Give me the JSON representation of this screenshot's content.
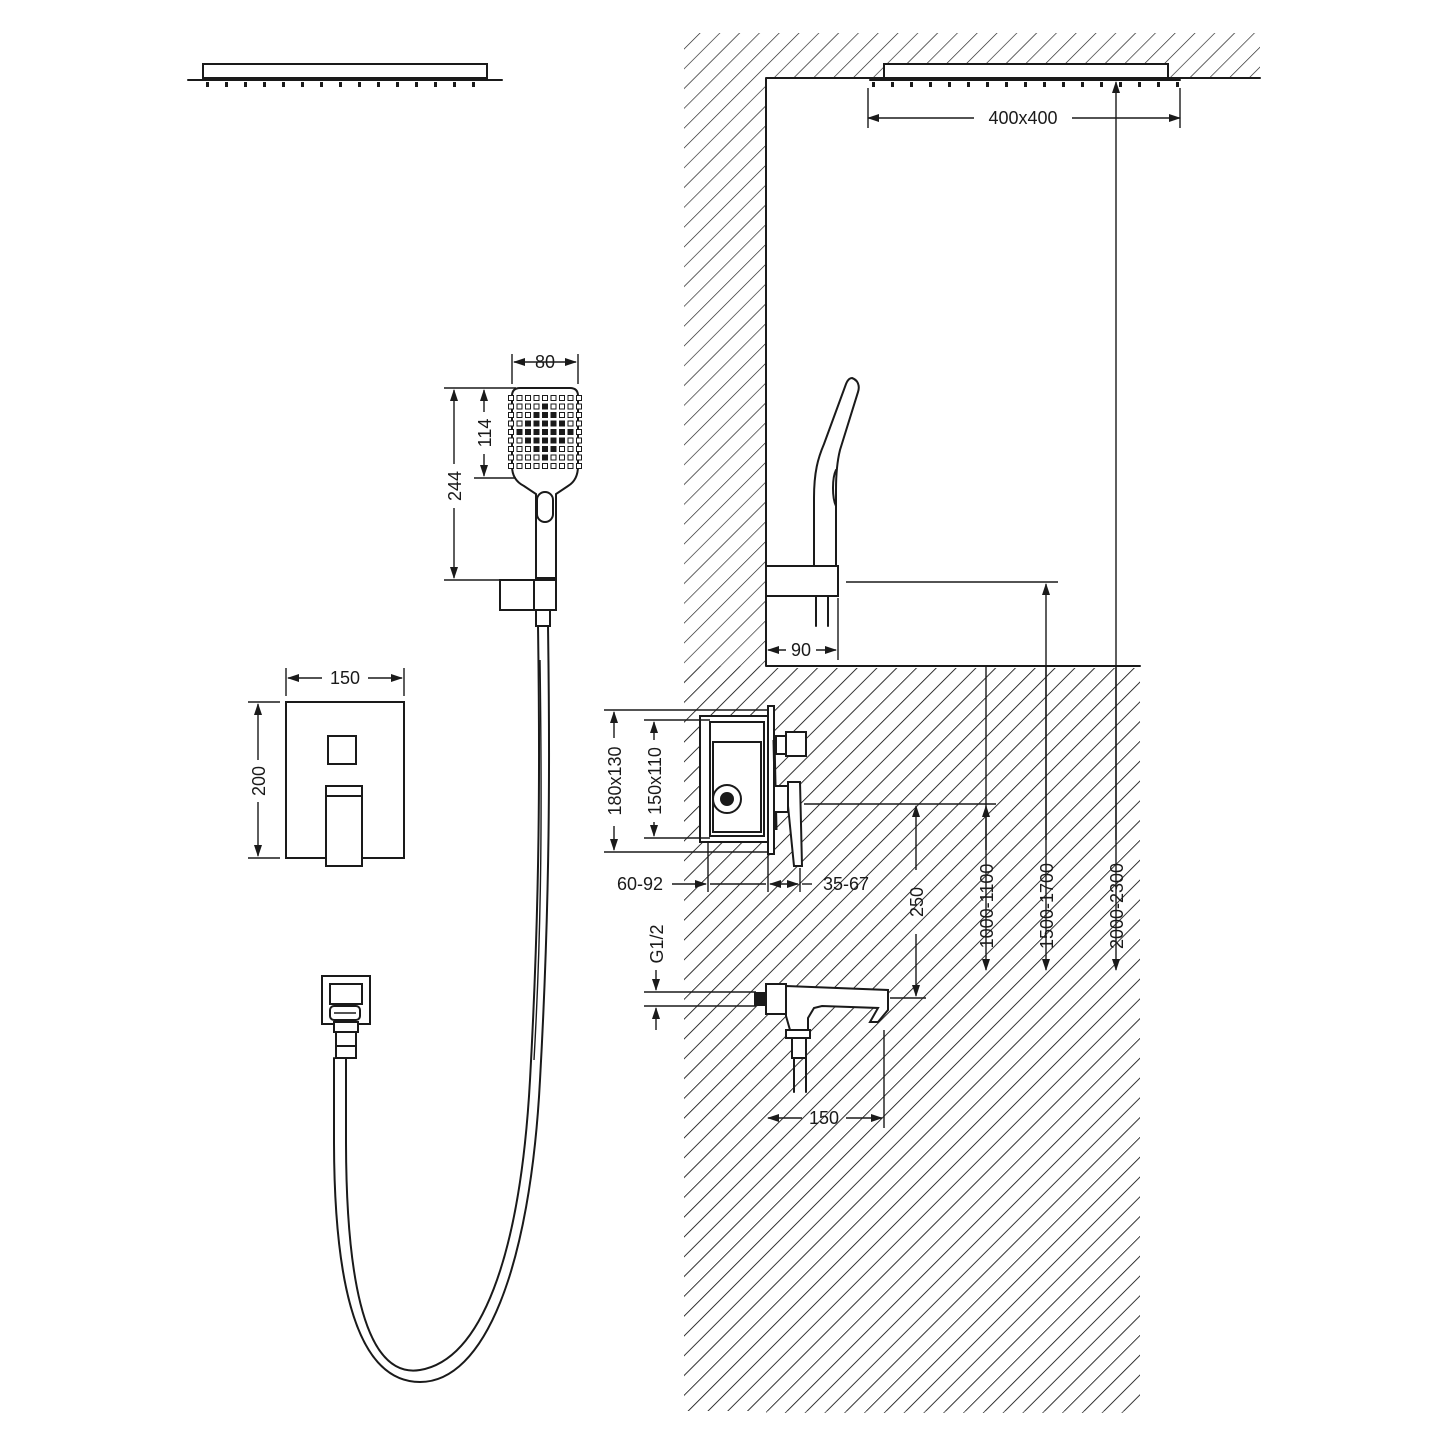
{
  "diagram": {
    "colors": {
      "line": "#1a1a1a",
      "background": "#ffffff"
    },
    "dimensions": {
      "rain_head_size": "400x400",
      "hand_shower_width": "80",
      "hand_shower_head_height": "114",
      "hand_shower_total_height": "244",
      "control_panel_width": "150",
      "control_panel_height": "200",
      "holder_projection": "90",
      "box_outer": "180x130",
      "box_inner": "150x110",
      "wall_depth": "60-92",
      "projection": "35-67",
      "spout_distance": "250",
      "thread": "G1/2",
      "spout_length": "150",
      "mixer_height": "1000-1100",
      "holder_height": "1500-1700",
      "head_height": "2000-2300"
    }
  }
}
